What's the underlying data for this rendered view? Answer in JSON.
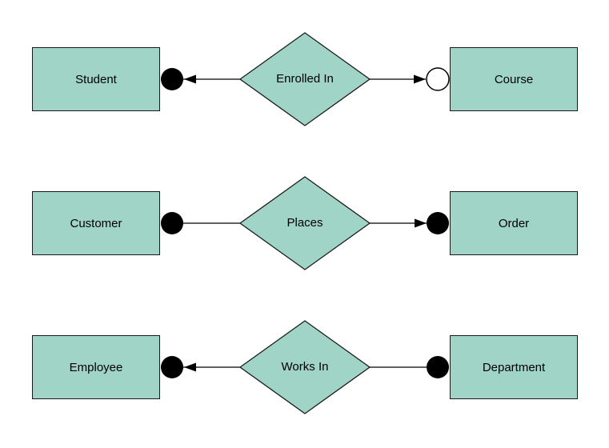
{
  "diagram": {
    "kind": "entity-relationship-diagram",
    "colors": {
      "shape_fill": "#9fd4c7",
      "shape_stroke": "#1a1a1a",
      "connector_stroke": "#000000",
      "filled_marker": "#000000",
      "open_marker_fill": "#ffffff",
      "background": "#ffffff"
    },
    "rows": [
      {
        "left_entity": "Student",
        "relationship": "Enrolled In",
        "right_entity": "Course",
        "left_marker": "filled-circle",
        "left_arrowhead": "points-left-into-circle",
        "right_marker": "open-circle",
        "right_arrowhead": "points-right-into-circle"
      },
      {
        "left_entity": "Customer",
        "relationship": "Places",
        "right_entity": "Order",
        "left_marker": "filled-circle",
        "left_arrowhead": "none",
        "right_marker": "filled-circle",
        "right_arrowhead": "points-right-into-circle"
      },
      {
        "left_entity": "Employee",
        "relationship": "Works In",
        "right_entity": "Department",
        "left_marker": "filled-circle",
        "left_arrowhead": "points-left-into-circle",
        "right_marker": "filled-circle",
        "right_arrowhead": "none"
      }
    ]
  }
}
